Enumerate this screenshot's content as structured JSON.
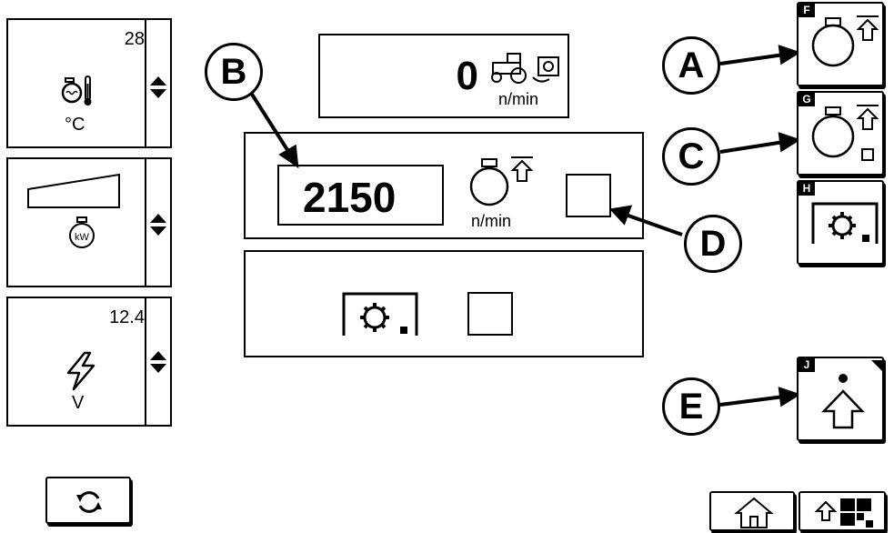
{
  "gauges": {
    "coolant_temp": {
      "value": "28",
      "unit": "°C",
      "icon": "engine-temperature-icon"
    },
    "engine_load": {
      "icon": "engine-kw-icon"
    },
    "battery_voltage": {
      "value": "12.4",
      "unit": "V",
      "icon": "lightning-icon"
    }
  },
  "pto_speed": {
    "value": "0",
    "unit": "n/min",
    "icon": "tractor-pto-icon"
  },
  "engine_rpm_setting": {
    "value": "2150",
    "unit": "n/min",
    "icon": "engine-rpm-up-icon"
  },
  "callouts": {
    "a": "A",
    "b": "B",
    "c": "C",
    "d": "D",
    "e": "E"
  },
  "softkeys": {
    "f": {
      "tag": "F",
      "icon": "engine-up-icon"
    },
    "g": {
      "tag": "G",
      "icon": "engine-up-square-icon"
    },
    "h": {
      "tag": "H",
      "icon": "pto-gear-icon"
    },
    "j": {
      "tag": "J",
      "icon": "arrow-up-dot-icon"
    }
  },
  "bottom": {
    "refresh_icon": "refresh-icon",
    "home_icon": "home-icon",
    "menu_icon": "shift-menu-icon"
  }
}
